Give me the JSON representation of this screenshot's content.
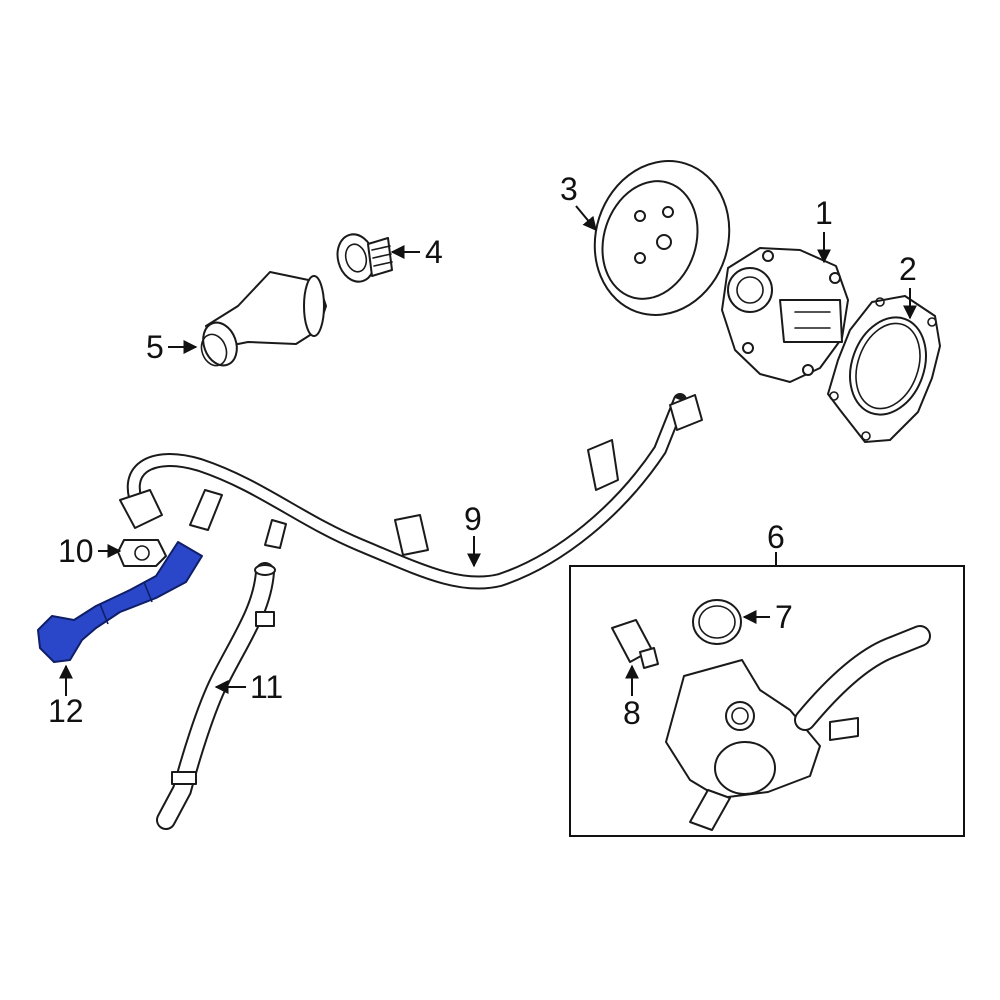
{
  "callouts": [
    {
      "id": "1",
      "label": "1"
    },
    {
      "id": "2",
      "label": "2"
    },
    {
      "id": "3",
      "label": "3"
    },
    {
      "id": "4",
      "label": "4"
    },
    {
      "id": "5",
      "label": "5"
    },
    {
      "id": "6",
      "label": "6"
    },
    {
      "id": "7",
      "label": "7"
    },
    {
      "id": "8",
      "label": "8"
    },
    {
      "id": "9",
      "label": "9"
    },
    {
      "id": "10",
      "label": "10"
    },
    {
      "id": "11",
      "label": "11"
    },
    {
      "id": "12",
      "label": "12"
    }
  ],
  "highlighted_part": "12",
  "colors": {
    "highlight": "#2a47c9",
    "outline": "#1a1a1a",
    "background": "#ffffff"
  }
}
